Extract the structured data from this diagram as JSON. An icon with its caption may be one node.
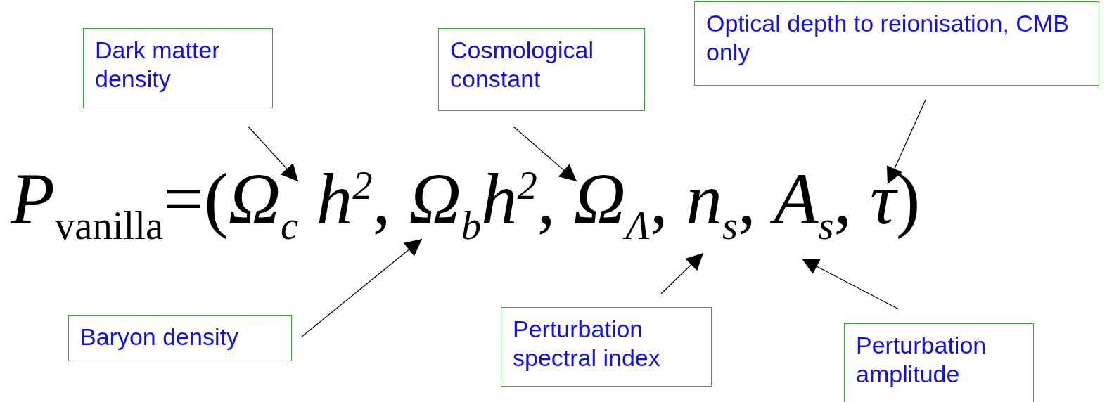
{
  "diagram": {
    "nodes": [
      {
        "text": [
          "Dark matter density"
        ]
      },
      {
        "text": [
          "Cosmological constant"
        ]
      },
      {
        "text": [
          "Optical depth to reionisation, CMB only"
        ]
      },
      {
        "text": [
          "Baryon density"
        ]
      },
      {
        "text": [
          "Perturbation spectral index"
        ]
      },
      {
        "text": [
          "Perturbation amplitude"
        ]
      },
      {
        "text": [
          "*P*$_{vanilla}$=(*Ω*$_{c}$ *h*$^{2}$, *Ω*$_{b}$*h*$^{2}$, *Ω*$_{Λ}$, *n*$_{s}$, *A*$_{s}$, *τ*)"
        ]
      }
    ],
    "edges": [
      {
        "from": 0,
        "to": 6,
        "arrow": "to"
      },
      {
        "from": 1,
        "to": 6,
        "arrow": "to"
      },
      {
        "from": 2,
        "to": 6,
        "arrow": "to"
      },
      {
        "from": 3,
        "to": 6,
        "arrow": "to"
      },
      {
        "from": 4,
        "to": 6,
        "arrow": "to"
      },
      {
        "from": 5,
        "to": 6,
        "arrow": "to"
      }
    ]
  }
}
